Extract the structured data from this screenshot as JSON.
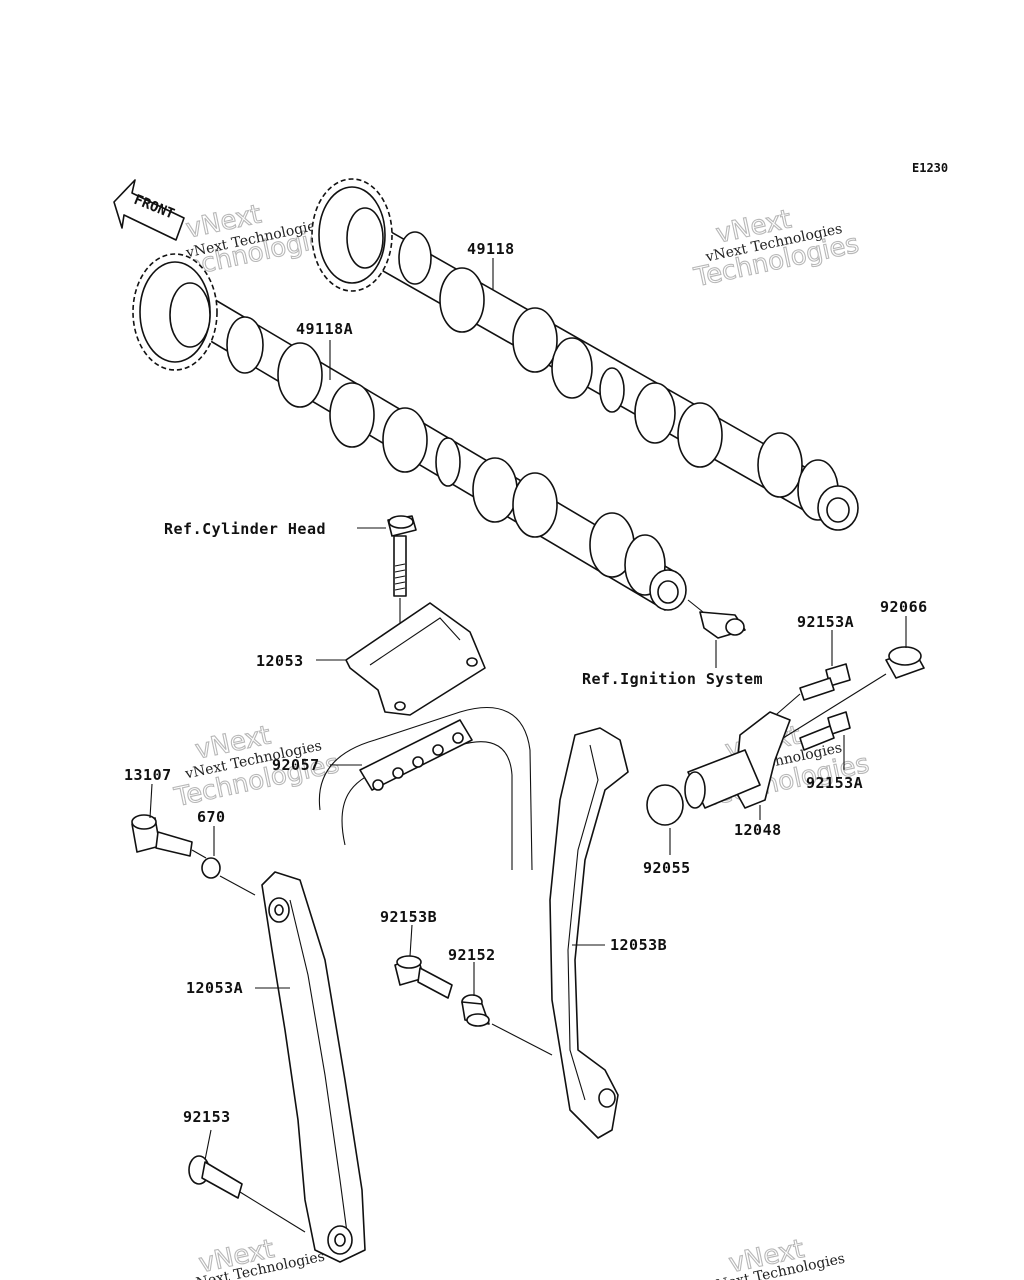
{
  "diagram_code": "E1230",
  "front_label": "FRONT",
  "watermark": {
    "line1": "vNext",
    "line2": "Technologies",
    "small": "vNext Technologies"
  },
  "parts": {
    "camshaft_exhaust": "49118",
    "camshaft_intake": "49118A",
    "bolt_cam_cap": "Ref.Cylinder Head",
    "chain_guide_upper": "12053",
    "ignition_ref": "Ref.Ignition System",
    "tensioner_bolt_a_top": "92153A",
    "tensioner_bolt_a_bottom": "92153A",
    "tensioner_cap_bolt": "92066",
    "cam_chain": "92057",
    "tensioner": "12048",
    "gasket": "92055",
    "guide_shaft": "13107",
    "o_ring": "670",
    "chain_guide_rear": "12053A",
    "bolt_b": "92153B",
    "collar": "92152",
    "chain_guide_front": "12053B",
    "bolt_guide_bottom": "92153"
  }
}
